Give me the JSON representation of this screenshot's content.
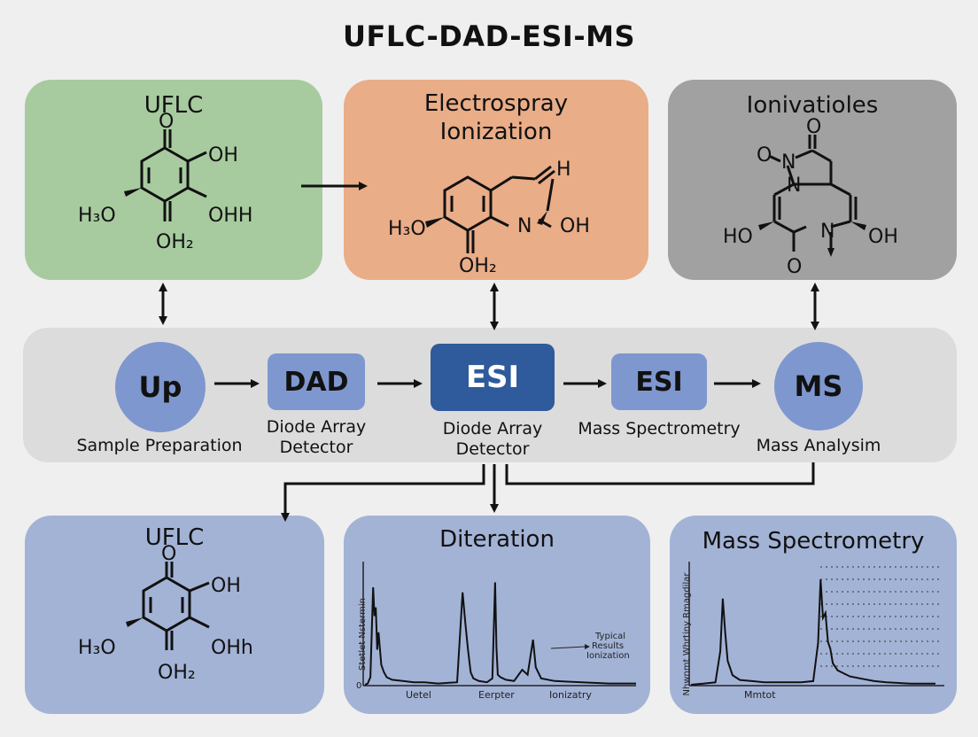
{
  "title": "UFLC-DAD-ESI-MS",
  "colors": {
    "green_panel": "#a7cb9f",
    "orange_panel": "#e9ad88",
    "gray_panel": "#a1a1a1",
    "blue_panel": "#a3b3d6",
    "circle_blue": "#7f97cf",
    "esi_dark": "#2f5a9b"
  },
  "top_panels": [
    {
      "title": "UFLC",
      "labels": {
        "o": "O",
        "oh": "OH",
        "h3o": "H₃O",
        "ohh": "OHH",
        "oh2": "OH₂"
      }
    },
    {
      "title_line1": "Electrospray",
      "title_line2": "Ionization",
      "labels": {
        "h": "H",
        "h3o": "H₃O",
        "n": "N",
        "oh": "OH",
        "oh2": "OH₂"
      }
    },
    {
      "title": "Ionivatioles",
      "labels": {
        "o_top": "O",
        "o_left": "O",
        "n_top": "N",
        "n_mid": "N",
        "ho": "HO",
        "n_bot": "N",
        "oh": "OH",
        "o_bottom": "O"
      }
    }
  ],
  "pipeline": {
    "stage1": {
      "text": "Up",
      "label": "Sample Preparation"
    },
    "stage2": {
      "text": "DAD",
      "label_line1": "Diode Array",
      "label_line2": "Detector"
    },
    "stage3": {
      "text": "ESI",
      "label_line1": "Diode Array",
      "label_line2": "Detector"
    },
    "stage4": {
      "text": "ESI",
      "label": "Mass Spectrometry"
    },
    "stage5": {
      "text": "MS",
      "label": "Mass Analysim"
    }
  },
  "bottom_panels": [
    {
      "title": "UFLC",
      "labels": {
        "o": "O",
        "oh": "OH",
        "h3o": "H₃O",
        "ohh": "OHh",
        "oh2": "OH₂"
      }
    },
    {
      "title": "Diteration"
    },
    {
      "title": "Mass Spectrometry"
    }
  ],
  "chart_data": [
    {
      "type": "line",
      "title": "Diteration",
      "ylabel": "Stetlet Nstermin",
      "x_tick_labels": [
        "Uetel",
        "Eerpter",
        "Ionizatry"
      ],
      "zero_label": "0",
      "annotation_line1": "Typical",
      "annotation_line2": "Results",
      "annotation_line3": "Ionization",
      "x": [
        0,
        0.01,
        0.02,
        0.03,
        0.035,
        0.04,
        0.045,
        0.05,
        0.06,
        0.07,
        0.08,
        0.1,
        0.14,
        0.18,
        0.22,
        0.27,
        0.34,
        0.36,
        0.37,
        0.38,
        0.39,
        0.4,
        0.42,
        0.45,
        0.47,
        0.48,
        0.485,
        0.49,
        0.5,
        0.52,
        0.55,
        0.58,
        0.6,
        0.62,
        0.63,
        0.65,
        0.7,
        0.8,
        0.9,
        1.0
      ],
      "values": [
        0,
        0.01,
        0.06,
        0.78,
        0.55,
        0.62,
        0.28,
        0.42,
        0.16,
        0.1,
        0.06,
        0.04,
        0.03,
        0.02,
        0.02,
        0.01,
        0.02,
        0.74,
        0.5,
        0.28,
        0.1,
        0.05,
        0.03,
        0.02,
        0.05,
        0.82,
        0.3,
        0.08,
        0.06,
        0.04,
        0.03,
        0.12,
        0.08,
        0.36,
        0.14,
        0.05,
        0.03,
        0.02,
        0.01,
        0.01
      ]
    },
    {
      "type": "line",
      "title": "Mass Spectrometry",
      "ylabel": "Nhwnmt Whrtiny Rmagdilar",
      "x_tick_labels": [
        "Mmtot"
      ],
      "x": [
        0,
        0.05,
        0.1,
        0.12,
        0.13,
        0.14,
        0.15,
        0.17,
        0.2,
        0.25,
        0.3,
        0.35,
        0.4,
        0.45,
        0.5,
        0.52,
        0.53,
        0.54,
        0.55,
        0.56,
        0.57,
        0.58,
        0.6,
        0.62,
        0.65,
        0.7,
        0.75,
        0.8,
        0.9,
        1.0
      ],
      "values": [
        0,
        0.01,
        0.02,
        0.28,
        0.72,
        0.44,
        0.2,
        0.08,
        0.04,
        0.03,
        0.02,
        0.02,
        0.02,
        0.02,
        0.03,
        0.35,
        0.88,
        0.56,
        0.6,
        0.36,
        0.3,
        0.18,
        0.12,
        0.1,
        0.07,
        0.05,
        0.03,
        0.02,
        0.01,
        0.01
      ]
    }
  ]
}
